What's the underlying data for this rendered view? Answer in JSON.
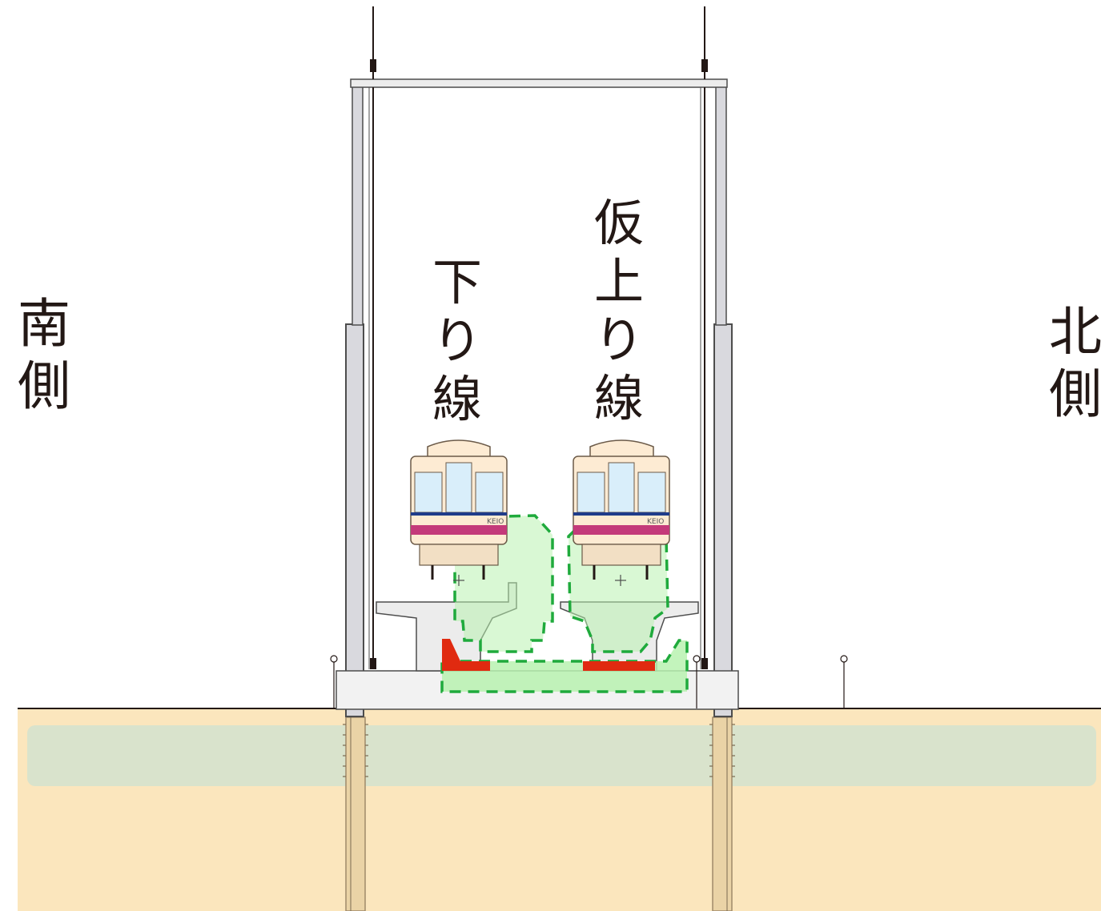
{
  "labels": {
    "south": "南側",
    "north": "北側",
    "down_line": "下り線",
    "temp_up_line": "仮上り線"
  },
  "trains": [
    {
      "logo": "KEIO"
    },
    {
      "logo": "KEIO"
    }
  ],
  "colors": {
    "ground_sand": "#fbe6bd",
    "groundwater_band": "#d5e2cd",
    "green_zone_fill": "#b9f2b0",
    "green_dash": "#1faa3c",
    "red_area": "#e02a10",
    "concrete_fill": "#ececec",
    "wall_fill": "#d9d9de",
    "train_body": "#fdebd3",
    "train_window": "#d9eefa",
    "train_stripe": "#c43a7a",
    "pile_fill": "#ead3a6"
  }
}
